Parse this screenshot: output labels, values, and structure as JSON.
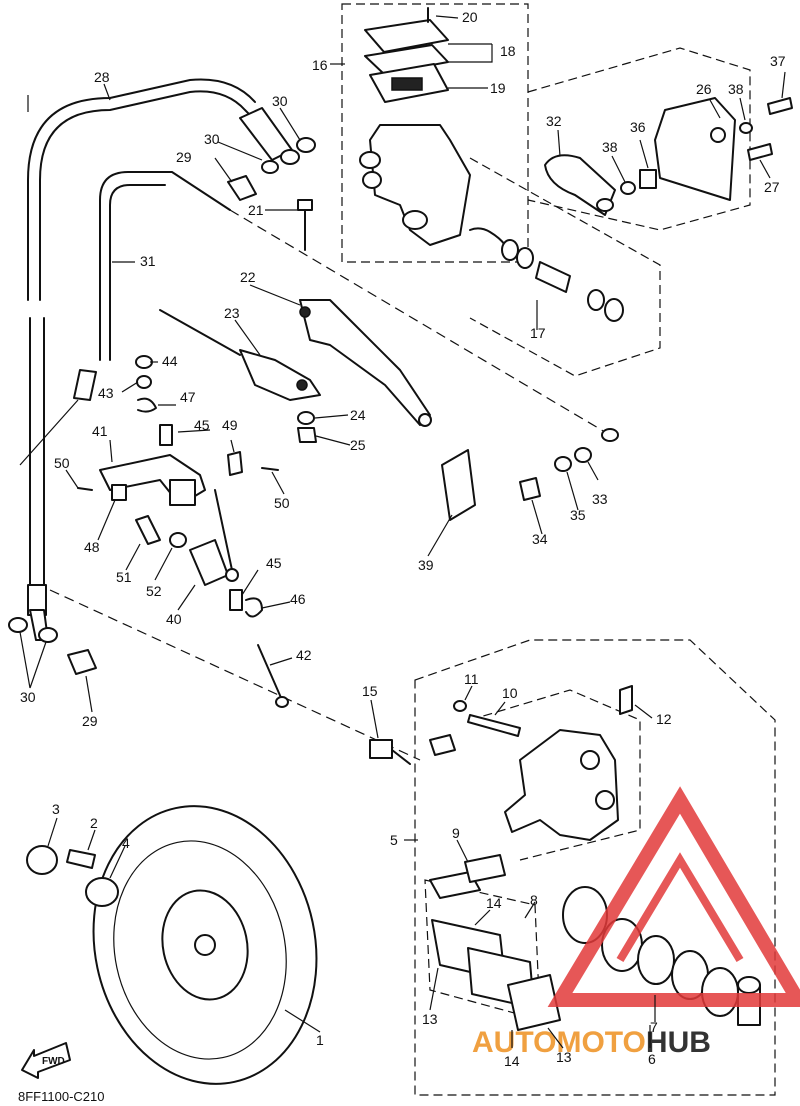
{
  "diagram_code": "8FF1100-C210",
  "fwd_label": "FWD",
  "watermark": {
    "part1": "AUTO",
    "part2": "MOTO",
    "part3": "HUB",
    "color_orange": "#f0a040",
    "color_red": "#e23a3a",
    "color_dark": "#333333"
  },
  "callouts": [
    {
      "id": "c1",
      "text": "1"
    },
    {
      "id": "c2",
      "text": "2"
    },
    {
      "id": "c3",
      "text": "3"
    },
    {
      "id": "c4",
      "text": "4"
    },
    {
      "id": "c5",
      "text": "5"
    },
    {
      "id": "c6",
      "text": "6"
    },
    {
      "id": "c7",
      "text": "7"
    },
    {
      "id": "c8",
      "text": "8"
    },
    {
      "id": "c9",
      "text": "9"
    },
    {
      "id": "c10",
      "text": "10"
    },
    {
      "id": "c11",
      "text": "11"
    },
    {
      "id": "c12",
      "text": "12"
    },
    {
      "id": "c13a",
      "text": "13"
    },
    {
      "id": "c13b",
      "text": "13"
    },
    {
      "id": "c14a",
      "text": "14"
    },
    {
      "id": "c14b",
      "text": "14"
    },
    {
      "id": "c15",
      "text": "15"
    },
    {
      "id": "c16",
      "text": "16"
    },
    {
      "id": "c17",
      "text": "17"
    },
    {
      "id": "c18",
      "text": "18"
    },
    {
      "id": "c19",
      "text": "19"
    },
    {
      "id": "c20",
      "text": "20"
    },
    {
      "id": "c21",
      "text": "21"
    },
    {
      "id": "c22",
      "text": "22"
    },
    {
      "id": "c23",
      "text": "23"
    },
    {
      "id": "c24",
      "text": "24"
    },
    {
      "id": "c25",
      "text": "25"
    },
    {
      "id": "c26",
      "text": "26"
    },
    {
      "id": "c27",
      "text": "27"
    },
    {
      "id": "c28",
      "text": "28"
    },
    {
      "id": "c29a",
      "text": "29"
    },
    {
      "id": "c29b",
      "text": "29"
    },
    {
      "id": "c30a",
      "text": "30"
    },
    {
      "id": "c30b",
      "text": "30"
    },
    {
      "id": "c30c",
      "text": "30"
    },
    {
      "id": "c31",
      "text": "31"
    },
    {
      "id": "c32",
      "text": "32"
    },
    {
      "id": "c33",
      "text": "33"
    },
    {
      "id": "c34",
      "text": "34"
    },
    {
      "id": "c35",
      "text": "35"
    },
    {
      "id": "c36",
      "text": "36"
    },
    {
      "id": "c37",
      "text": "37"
    },
    {
      "id": "c38a",
      "text": "38"
    },
    {
      "id": "c38b",
      "text": "38"
    },
    {
      "id": "c39",
      "text": "39"
    },
    {
      "id": "c40",
      "text": "40"
    },
    {
      "id": "c41",
      "text": "41"
    },
    {
      "id": "c42",
      "text": "42"
    },
    {
      "id": "c43",
      "text": "43"
    },
    {
      "id": "c44",
      "text": "44"
    },
    {
      "id": "c45a",
      "text": "45"
    },
    {
      "id": "c45b",
      "text": "45"
    },
    {
      "id": "c46",
      "text": "46"
    },
    {
      "id": "c47",
      "text": "47"
    },
    {
      "id": "c48",
      "text": "48"
    },
    {
      "id": "c49",
      "text": "49"
    },
    {
      "id": "c50a",
      "text": "50"
    },
    {
      "id": "c50b",
      "text": "50"
    },
    {
      "id": "c51",
      "text": "51"
    },
    {
      "id": "c52",
      "text": "52"
    }
  ]
}
